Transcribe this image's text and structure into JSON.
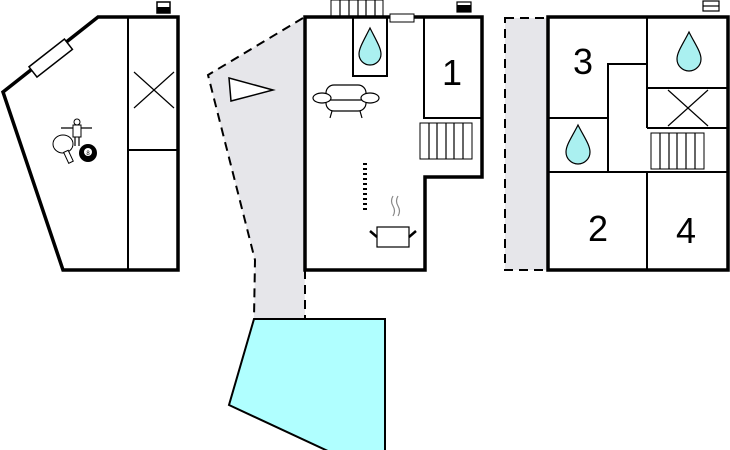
{
  "floorplan": {
    "rooms": [
      {
        "label": "1"
      },
      {
        "label": "2"
      },
      {
        "label": "3"
      },
      {
        "label": "4"
      }
    ],
    "colors": {
      "pool": "#b0ffff",
      "terrace": "#e6e6ea",
      "water": "#aaf0f0",
      "wall": "#000000"
    },
    "icons": [
      "ping-pong-icon",
      "foosball-icon",
      "billiard-ball-icon",
      "sofa-icon",
      "cooking-pot-icon",
      "shower-drop-icon",
      "stairs-icon",
      "lamp-icon",
      "window-icon",
      "storage-x-icon",
      "triangle-icon"
    ],
    "ball_number": "8"
  }
}
